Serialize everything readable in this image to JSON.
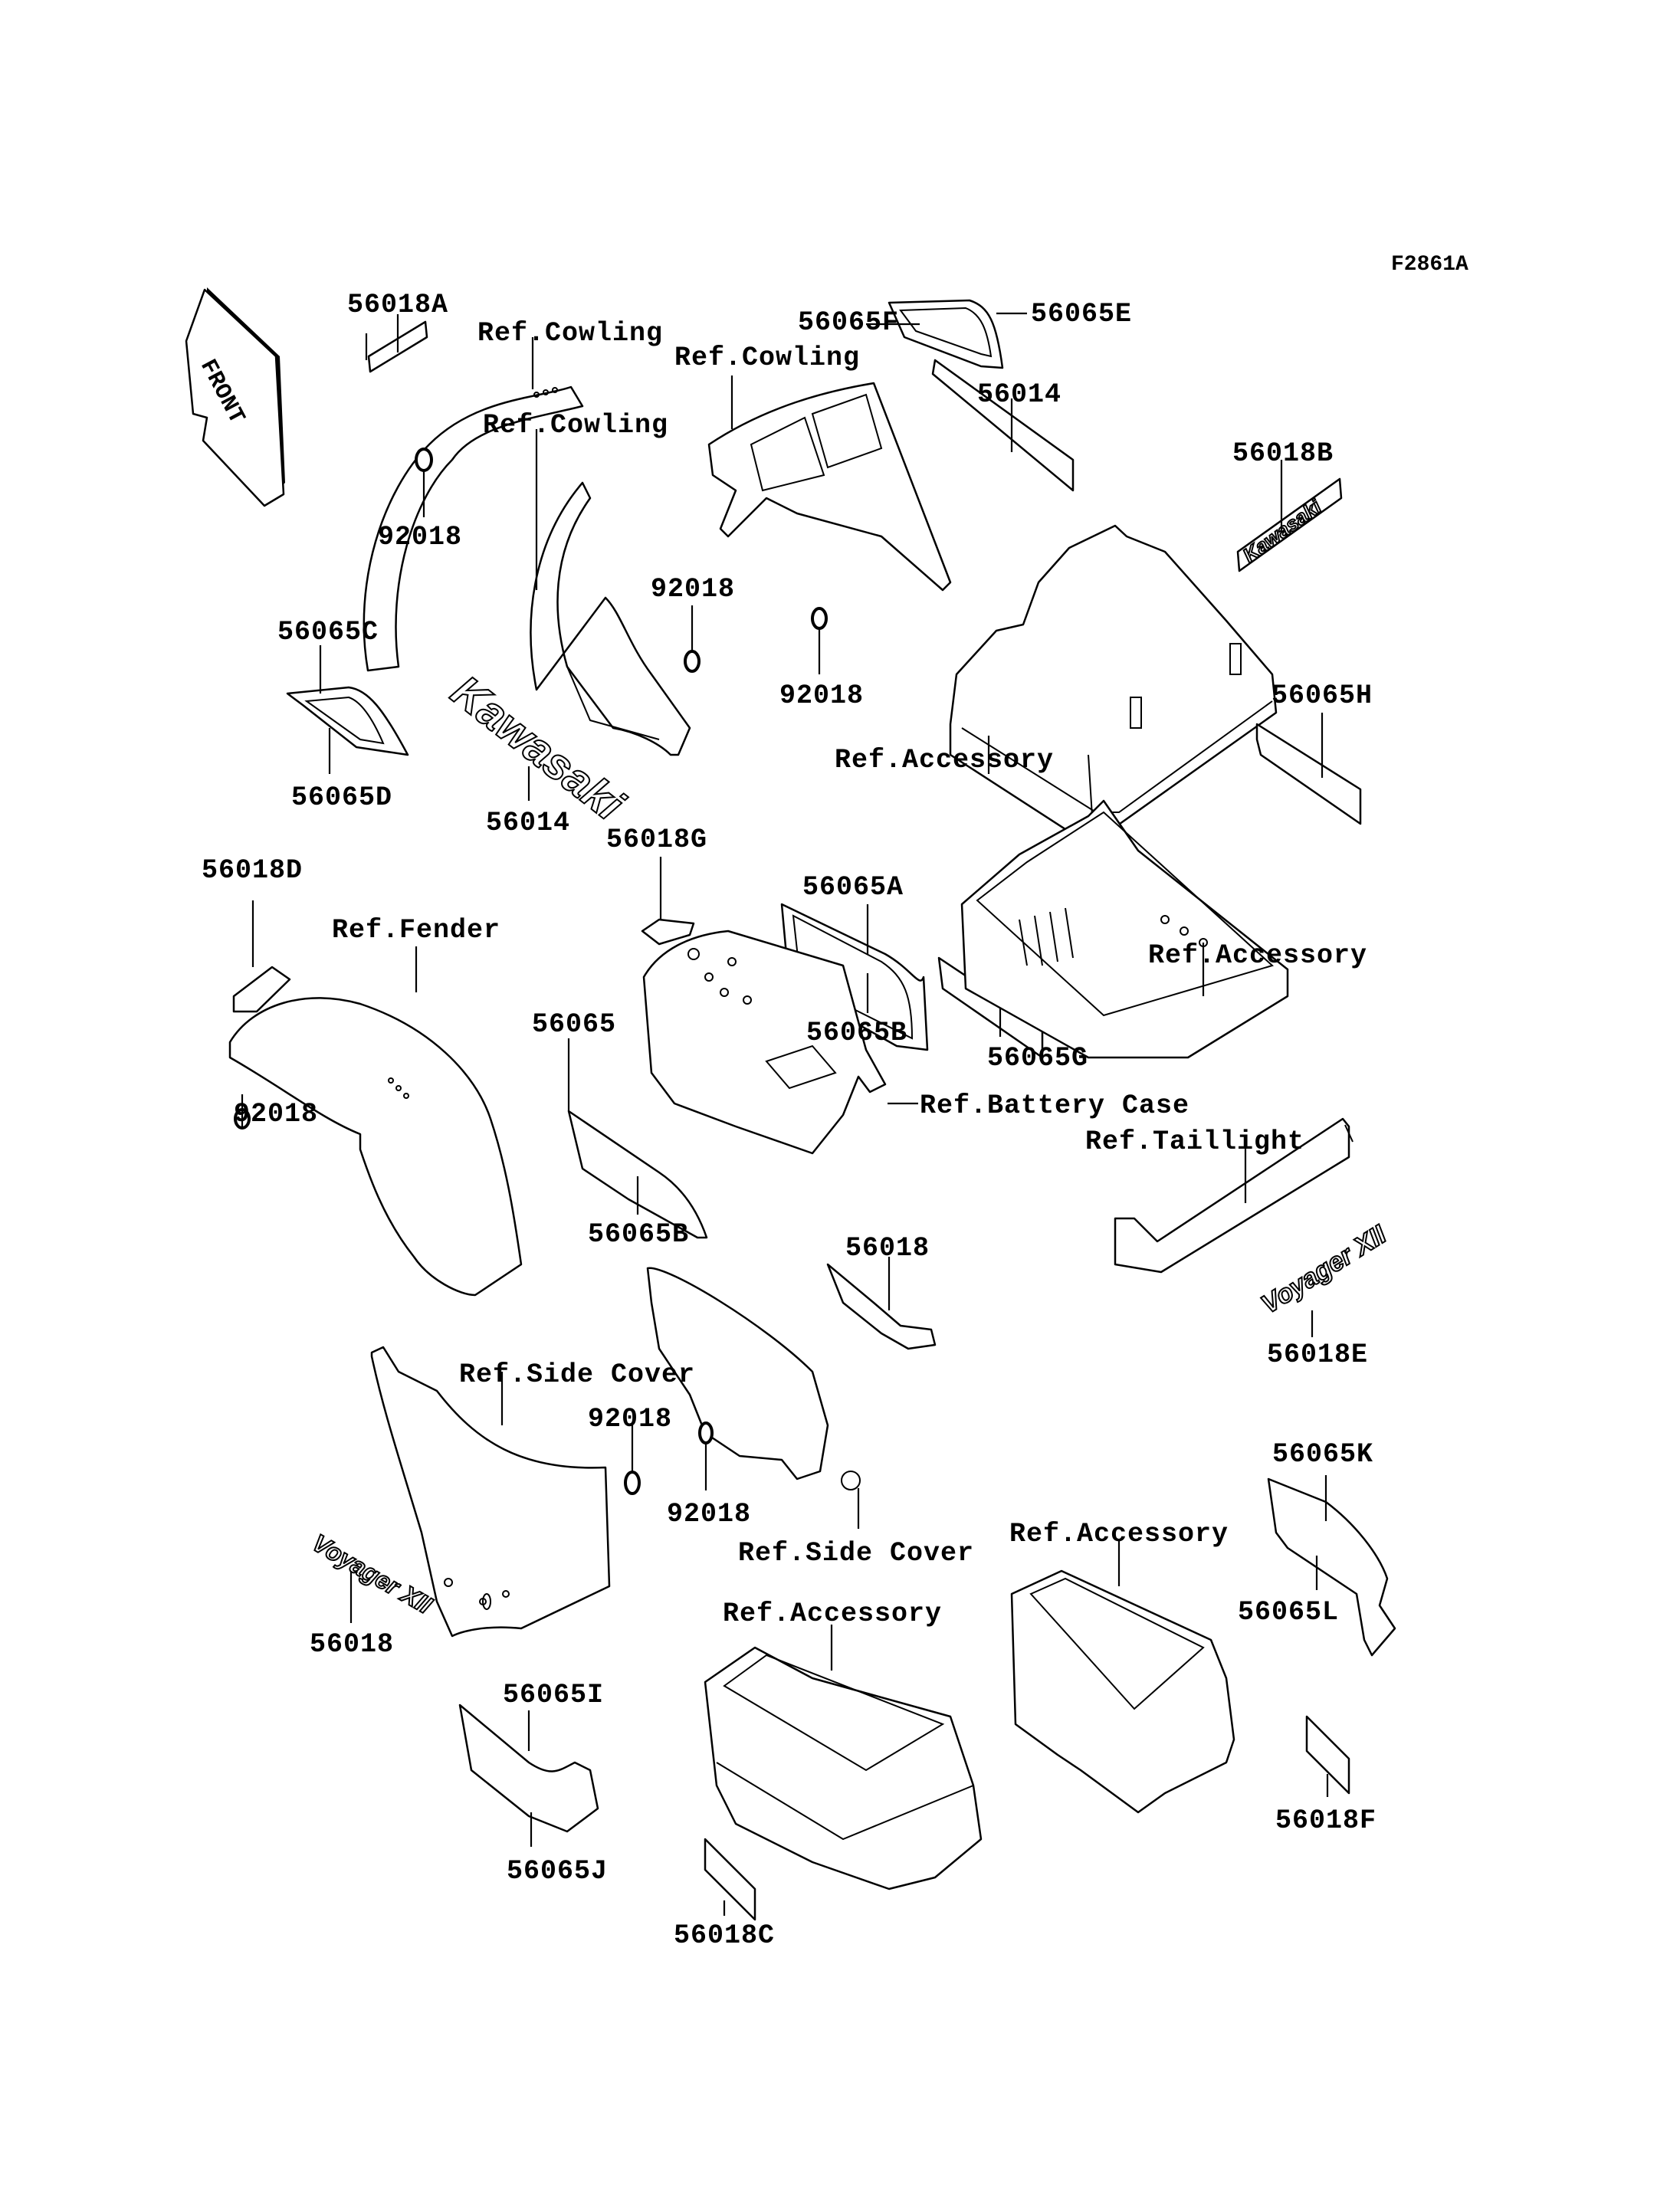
{
  "diagram": {
    "figure_code": "F2861A",
    "front_indicator": "FRONT",
    "emblem_texts": {
      "kawasaki_large": "Kawasaki",
      "kawasaki_small": "Kawasaki",
      "voyager_1": "Voyager XII",
      "voyager_2": "Voyager XII"
    },
    "callouts": [
      {
        "id": "c01",
        "text": "56018A"
      },
      {
        "id": "c02",
        "text": "Ref.Cowling"
      },
      {
        "id": "c03",
        "text": "56065F"
      },
      {
        "id": "c04",
        "text": "56065E"
      },
      {
        "id": "c05",
        "text": "Ref.Cowling"
      },
      {
        "id": "c06",
        "text": "56014"
      },
      {
        "id": "c07",
        "text": "Ref.Cowling"
      },
      {
        "id": "c08",
        "text": "56018B"
      },
      {
        "id": "c09",
        "text": "92018"
      },
      {
        "id": "c10",
        "text": "92018"
      },
      {
        "id": "c11",
        "text": "92018"
      },
      {
        "id": "c12",
        "text": "56065C"
      },
      {
        "id": "c13",
        "text": "Ref.Accessory"
      },
      {
        "id": "c14",
        "text": "56065H"
      },
      {
        "id": "c15",
        "text": "56065D"
      },
      {
        "id": "c16",
        "text": "56014"
      },
      {
        "id": "c17",
        "text": "56018G"
      },
      {
        "id": "c18",
        "text": "56065A"
      },
      {
        "id": "c19",
        "text": "56018D"
      },
      {
        "id": "c20",
        "text": "Ref.Fender"
      },
      {
        "id": "c21",
        "text": "Ref.Accessory"
      },
      {
        "id": "c22",
        "text": "56065B"
      },
      {
        "id": "c23",
        "text": "56065G"
      },
      {
        "id": "c24",
        "text": "56065"
      },
      {
        "id": "c25",
        "text": "92018"
      },
      {
        "id": "c26",
        "text": "Ref.Battery Case"
      },
      {
        "id": "c27",
        "text": "Ref.Taillight"
      },
      {
        "id": "c28",
        "text": "56065B"
      },
      {
        "id": "c29",
        "text": "56018"
      },
      {
        "id": "c30",
        "text": "56018E"
      },
      {
        "id": "c31",
        "text": "Ref.Side Cover"
      },
      {
        "id": "c32",
        "text": "92018"
      },
      {
        "id": "c33",
        "text": "92018"
      },
      {
        "id": "c34",
        "text": "Ref.Side Cover"
      },
      {
        "id": "c35",
        "text": "Ref.Accessory"
      },
      {
        "id": "c36",
        "text": "56065K"
      },
      {
        "id": "c37",
        "text": "56018"
      },
      {
        "id": "c38",
        "text": "Ref.Accessory"
      },
      {
        "id": "c39",
        "text": "56065L"
      },
      {
        "id": "c40",
        "text": "56065I"
      },
      {
        "id": "c41",
        "text": "56018F"
      },
      {
        "id": "c42",
        "text": "56065J"
      },
      {
        "id": "c43",
        "text": "56018C"
      }
    ]
  }
}
